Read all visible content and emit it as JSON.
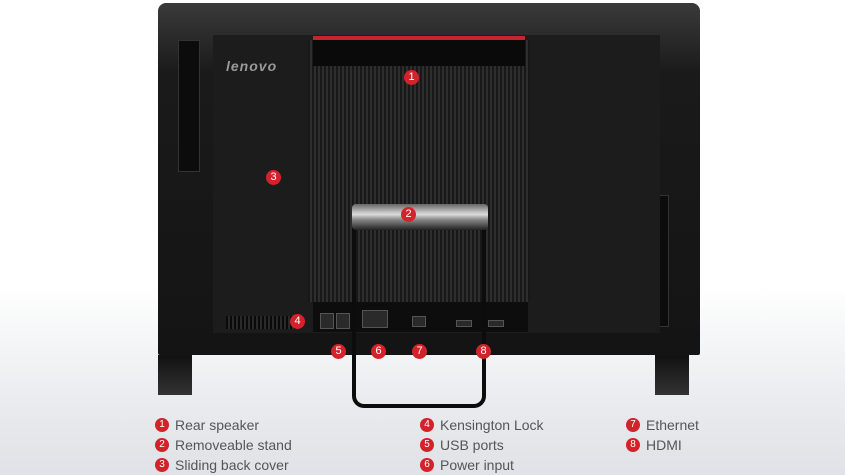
{
  "brand": "lenovo",
  "colors": {
    "marker": "#d2232a",
    "body": "#1c1c1c"
  },
  "markers": [
    "1",
    "2",
    "3",
    "4",
    "5",
    "6",
    "7",
    "8"
  ],
  "legend": [
    {
      "num": "1",
      "label": "Rear speaker"
    },
    {
      "num": "2",
      "label": "Removeable stand"
    },
    {
      "num": "3",
      "label": "Sliding back cover"
    },
    {
      "num": "4",
      "label": "Kensington Lock"
    },
    {
      "num": "5",
      "label": "USB ports"
    },
    {
      "num": "6",
      "label": "Power input"
    },
    {
      "num": "7",
      "label": "Ethernet"
    },
    {
      "num": "8",
      "label": "HDMI"
    }
  ]
}
